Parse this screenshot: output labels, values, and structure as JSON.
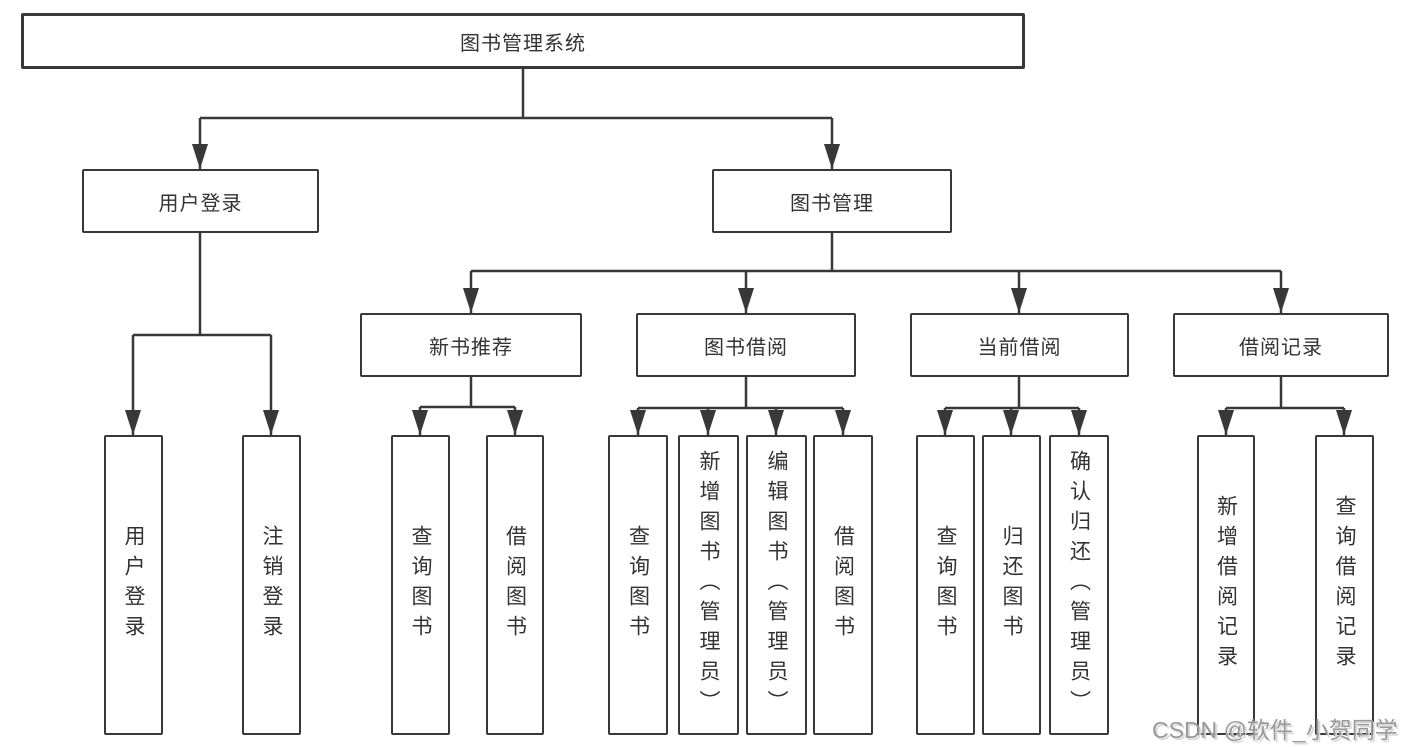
{
  "tree": {
    "root_label": "图书管理系统",
    "children": [
      {
        "label": "用户登录",
        "children": [
          {
            "label": "用户登录"
          },
          {
            "label": "注销登录"
          }
        ]
      },
      {
        "label": "图书管理",
        "children": [
          {
            "label": "新书推荐",
            "children": [
              {
                "label": "查询图书"
              },
              {
                "label": "借阅图书"
              }
            ]
          },
          {
            "label": "图书借阅",
            "children": [
              {
                "label": "查询图书"
              },
              {
                "label": "新增图书（管理员）"
              },
              {
                "label": "编辑图书（管理员）"
              },
              {
                "label": "借阅图书"
              }
            ]
          },
          {
            "label": "当前借阅",
            "children": [
              {
                "label": "查询图书"
              },
              {
                "label": "归还图书"
              },
              {
                "label": "确认归还（管理员）"
              }
            ]
          },
          {
            "label": "借阅记录",
            "children": [
              {
                "label": "新增借阅记录"
              },
              {
                "label": "查询借阅记录"
              }
            ]
          }
        ]
      }
    ]
  },
  "watermark": {
    "text": "CSDN @软件_小贺同学"
  },
  "colors": {
    "line": "#383838",
    "box_border": "#383838",
    "text": "#333333",
    "background": "#ffffff",
    "watermark": "#999999"
  }
}
